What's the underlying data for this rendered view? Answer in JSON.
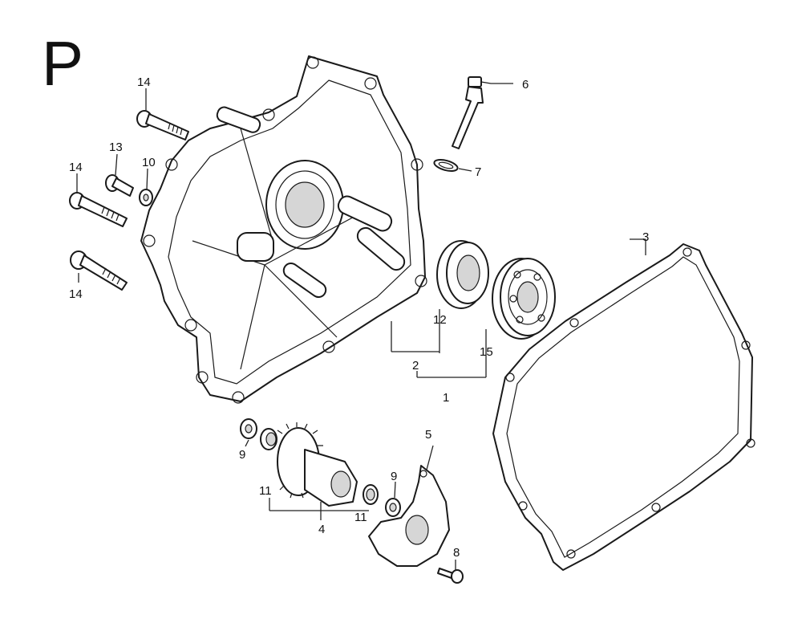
{
  "section_letter": "P",
  "callouts": {
    "c1": "1",
    "c2": "2",
    "c3": "3",
    "c4": "4",
    "c5": "5",
    "c6": "6",
    "c7": "7",
    "c8": "8",
    "c9a": "9",
    "c9b": "9",
    "c10": "10",
    "c11a": "11",
    "c11b": "11",
    "c12": "12",
    "c13": "13",
    "c14a": "14",
    "c14b": "14",
    "c14c": "14",
    "c15": "15"
  }
}
